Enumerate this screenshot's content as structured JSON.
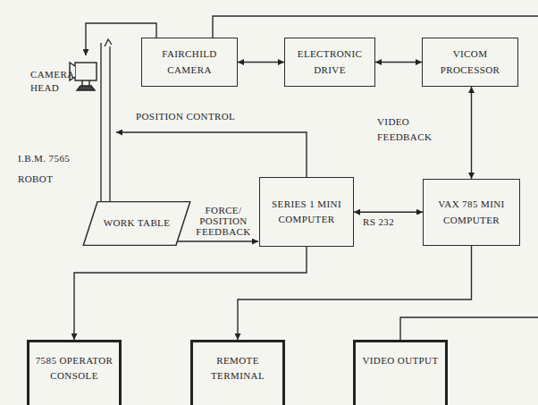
{
  "diagram": {
    "nodes": [
      {
        "text": [
          "FAIRCHILD CAMERA"
        ]
      },
      {
        "text": [
          "ELECTRONIC DRIVE"
        ]
      },
      {
        "text": [
          "VICOM PROCESSOR"
        ]
      },
      {
        "text": [
          "WORK TABLE"
        ]
      },
      {
        "text": [
          "SERIES 1 MINI COMPUTER"
        ]
      },
      {
        "text": [
          "VAX 785 MINI COMPUTER"
        ]
      },
      {
        "text": [
          "7585 OPERATOR CONSOLE"
        ]
      },
      {
        "text": [
          "REMOTE TERMINAL"
        ]
      },
      {
        "text": [
          "VIDEO OUTPUT"
        ]
      }
    ],
    "edges": [
      {
        "from": 0,
        "to": 1,
        "arrow": "both"
      },
      {
        "from": 1,
        "to": 2,
        "arrow": "both"
      },
      {
        "from": 2,
        "to": 5,
        "label": "VIDEO FEEDBACK",
        "arrow": "both"
      },
      {
        "from": 4,
        "to": 5,
        "label": "RS 232",
        "arrow": "both"
      },
      {
        "from": 4,
        "to": 6,
        "arrow": "to"
      },
      {
        "from": 5,
        "to": 7,
        "arrow": "to"
      }
    ],
    "labels": [
      "CAMERA HEAD",
      "I.B.M. 7565 ROBOT",
      "POSITION CONTROL",
      "FORCE/ POSITION FEEDBACK"
    ]
  }
}
